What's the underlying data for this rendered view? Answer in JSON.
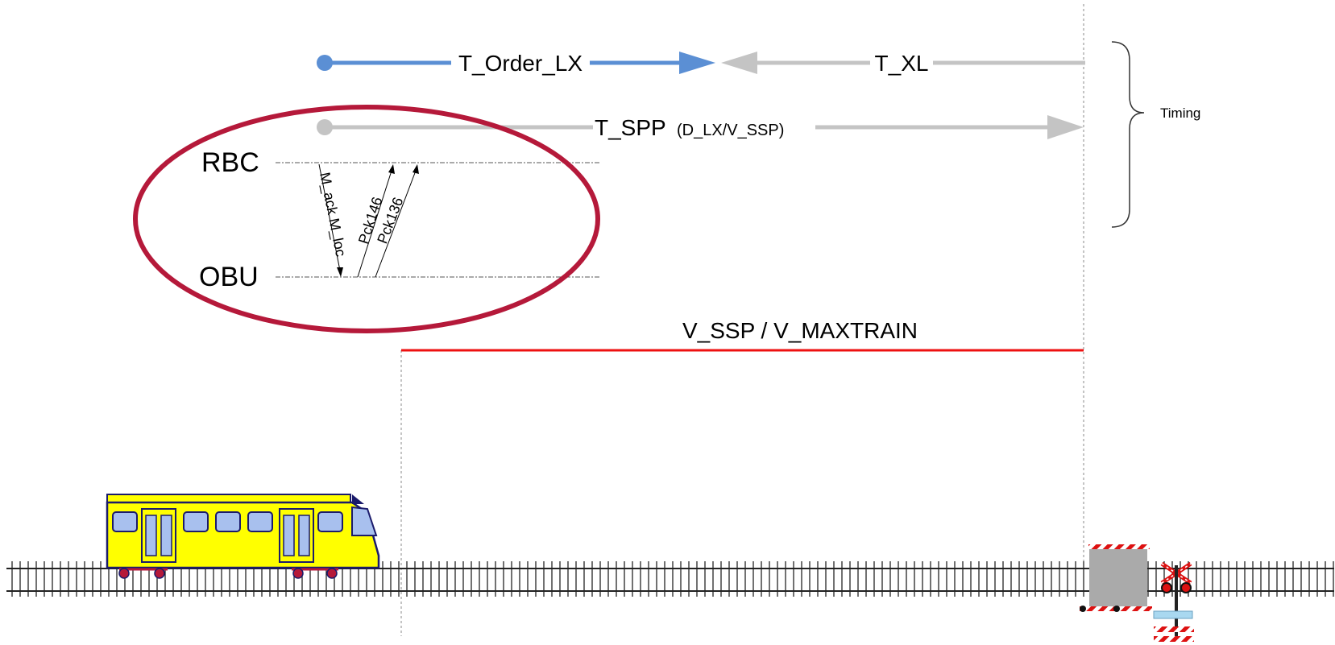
{
  "timing": {
    "t_order_lx": "T_Order_LX",
    "t_xl": "T_XL",
    "t_spp": "T_SPP",
    "t_spp_formula": "(D_LX/V_SSP)",
    "brace_label": "Timing"
  },
  "messaging": {
    "rbc_label": "RBC",
    "obu_label": "OBU",
    "msg_ack": "M_ack M_loc",
    "msg_pck146": "Pck146",
    "msg_pck136": "Pck136"
  },
  "speed": {
    "label": "V_SSP / V_MAXTRAIN"
  },
  "colors": {
    "blue_arrow": "#5b8fd4",
    "grey_arrow": "#c4c4c4",
    "ellipse": "#b5193a",
    "speed_line": "#ee1111",
    "train_body": "#ffff00",
    "train_window": "#a8c0ee",
    "train_outline": "#1b1b6b",
    "crossing_box": "#aaaaaa",
    "barrier_red": "#dd1111"
  },
  "icons": {
    "train": "train-icon",
    "level_crossing": "level-crossing-icon",
    "signal": "crossing-signal-icon"
  }
}
